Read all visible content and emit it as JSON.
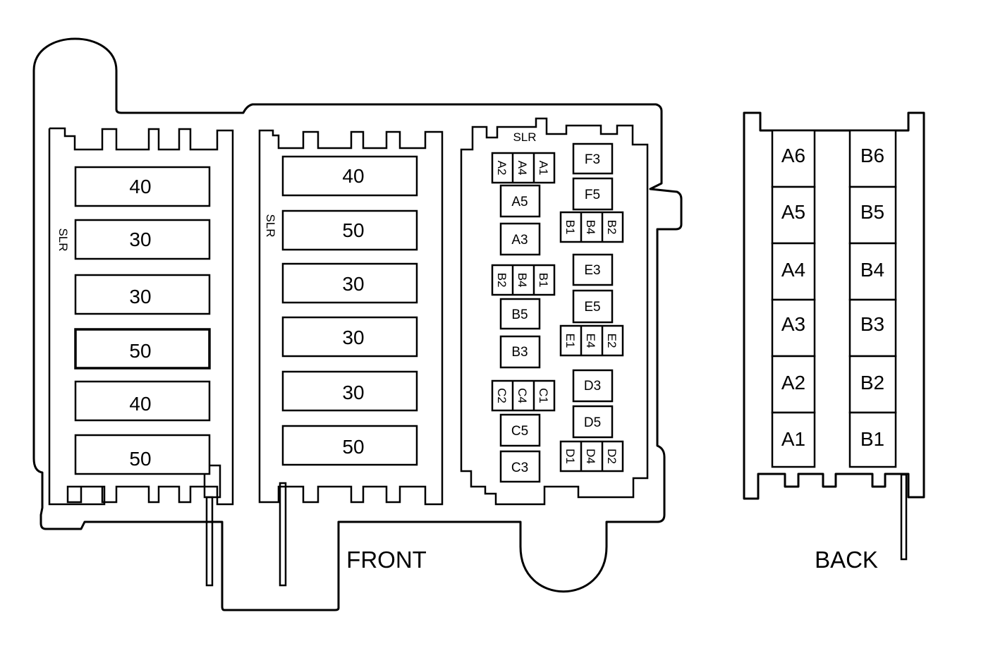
{
  "front": {
    "label": "FRONT",
    "left_block": {
      "tag": "SLR",
      "fuses": [
        "40",
        "30",
        "30",
        "50",
        "40",
        "50"
      ]
    },
    "middle_block": {
      "tag": "SLR",
      "fuses": [
        "40",
        "50",
        "30",
        "30",
        "30",
        "50"
      ]
    },
    "relay_block": {
      "tag": "SLR",
      "relays": {
        "a_group": [
          "A2",
          "A4",
          "A1"
        ],
        "a5": "A5",
        "a3": "A3",
        "b_group": [
          "B2",
          "B4",
          "B1"
        ],
        "b5": "B5",
        "b3": "B3",
        "c_group": [
          "C2",
          "C4",
          "C1"
        ],
        "c5": "C5",
        "c3": "C3",
        "f3": "F3",
        "f5": "F5",
        "b_right_group": [
          "B1",
          "B4",
          "B2"
        ],
        "e3": "E3",
        "e5": "E5",
        "e_group": [
          "E1",
          "E4",
          "E2"
        ],
        "d3": "D3",
        "d5": "D5",
        "d_group": [
          "D1",
          "D4",
          "D2"
        ]
      }
    }
  },
  "back": {
    "label": "BACK",
    "column_a": [
      "A6",
      "A5",
      "A4",
      "A3",
      "A2",
      "A1"
    ],
    "column_b": [
      "B6",
      "B5",
      "B4",
      "B3",
      "B2",
      "B1"
    ]
  }
}
